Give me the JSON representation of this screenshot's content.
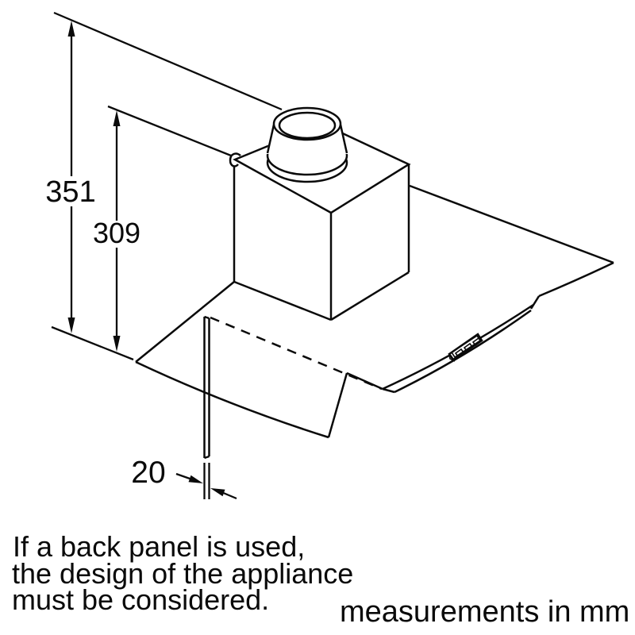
{
  "diagram": {
    "dimensions": {
      "height_total": "351",
      "height_body": "309",
      "back_panel_thickness": "20"
    },
    "caption": {
      "line1": "If a back panel is used,",
      "line2": "the design of the appliance",
      "line3": "must be considered."
    },
    "units_note": "measurements in mm",
    "colors": {
      "line": "#0a0a0a",
      "background": "#ffffff"
    }
  }
}
